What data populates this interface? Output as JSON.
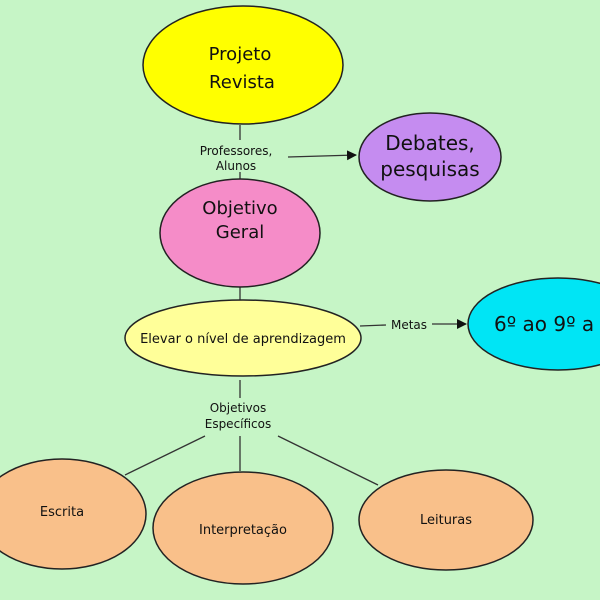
{
  "nodes": {
    "projeto": {
      "line1": "Projeto",
      "line2": "Revista",
      "color": "#ffff00"
    },
    "debates": {
      "line1": "Debates,",
      "line2": "pesquisas",
      "color": "#c58cf0"
    },
    "objetivo": {
      "line1": "Objetivo",
      "line2": "Geral",
      "color": "#f58cc8"
    },
    "elevar": {
      "text": "Elevar o nível de aprendizagem",
      "color": "#ffff99"
    },
    "anos": {
      "text": "6º ao 9º a",
      "color": "#00e5f5"
    },
    "escrita": {
      "text": "Escrita",
      "color": "#f9c08a"
    },
    "interpretacao": {
      "text": "Interpretação",
      "color": "#f9c08a"
    },
    "leituras": {
      "text": "Leituras",
      "color": "#f9c08a"
    }
  },
  "links": {
    "professores": {
      "line1": "Professores,",
      "line2": "Alunos"
    },
    "metas": {
      "text": "Metas"
    },
    "objetivos": {
      "line1": "Objetivos",
      "line2": "Específicos"
    }
  },
  "colors": {
    "background": "#c6f5c6",
    "stroke": "#222222"
  }
}
